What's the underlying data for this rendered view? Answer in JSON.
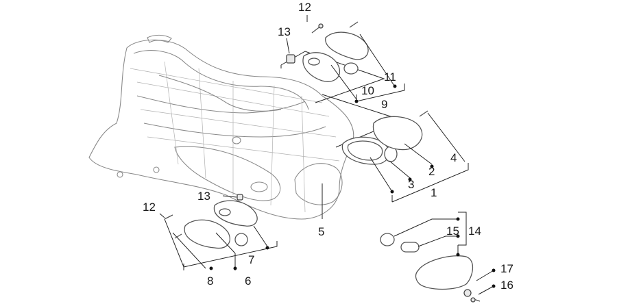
{
  "callouts": {
    "c1": "1",
    "c2": "2",
    "c3": "3",
    "c4": "4",
    "c5": "5",
    "c6": "6",
    "c7": "7",
    "c8": "8",
    "c9": "9",
    "c10": "10",
    "c11": "11",
    "c12_top": "12",
    "c12_left": "12",
    "c13_top": "13",
    "c13_left": "13",
    "c14": "14",
    "c15": "15",
    "c16": "16",
    "c17": "17"
  }
}
